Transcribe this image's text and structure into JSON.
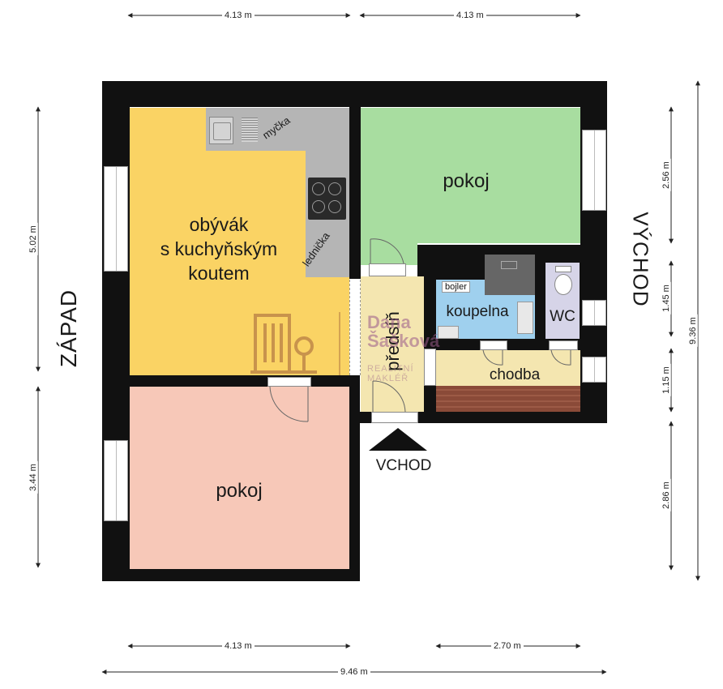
{
  "dimensions": {
    "top_left": "4.13 m",
    "top_right": "4.13 m",
    "bottom_left": "4.13 m",
    "bottom_right": "2.70 m",
    "bottom_total": "9.46 m",
    "left_upper": "5.02 m",
    "left_lower": "3.44 m",
    "right_1": "2.56 m",
    "right_2": "1.45 m",
    "right_3": "1.15 m",
    "right_4": "2.86 m",
    "right_total": "9.36 m"
  },
  "orientation": {
    "west": "ZÁPAD",
    "east": "VÝCHOD"
  },
  "rooms": {
    "living": {
      "line1": "obývák",
      "line2": "s kuchyňským",
      "line3": "koutem"
    },
    "room_top_right": "pokoj",
    "room_bottom_left": "pokoj",
    "hall": "předsíň",
    "bathroom": "koupelna",
    "wc": "WC",
    "corridor": "chodba"
  },
  "fixtures": {
    "dishwasher": "myčka",
    "fridge": "lednička",
    "boiler": "bojler"
  },
  "entrance": "VCHOD",
  "watermark": {
    "name_line1": "Dana",
    "name_line2": "Šašková",
    "subtitle": "REALITNÍ MAKLÉŘ"
  },
  "colors": {
    "wall": "#111111",
    "living": "#fad364",
    "room_green": "#a8dda0",
    "room_pink": "#f7c8b8",
    "hall": "#f4e6b0",
    "bathroom": "#9fd0ee",
    "wc": "#d6d4e8",
    "corridor_floor": "#8a4a38",
    "kitchen_counter": "#b5b5b5"
  }
}
